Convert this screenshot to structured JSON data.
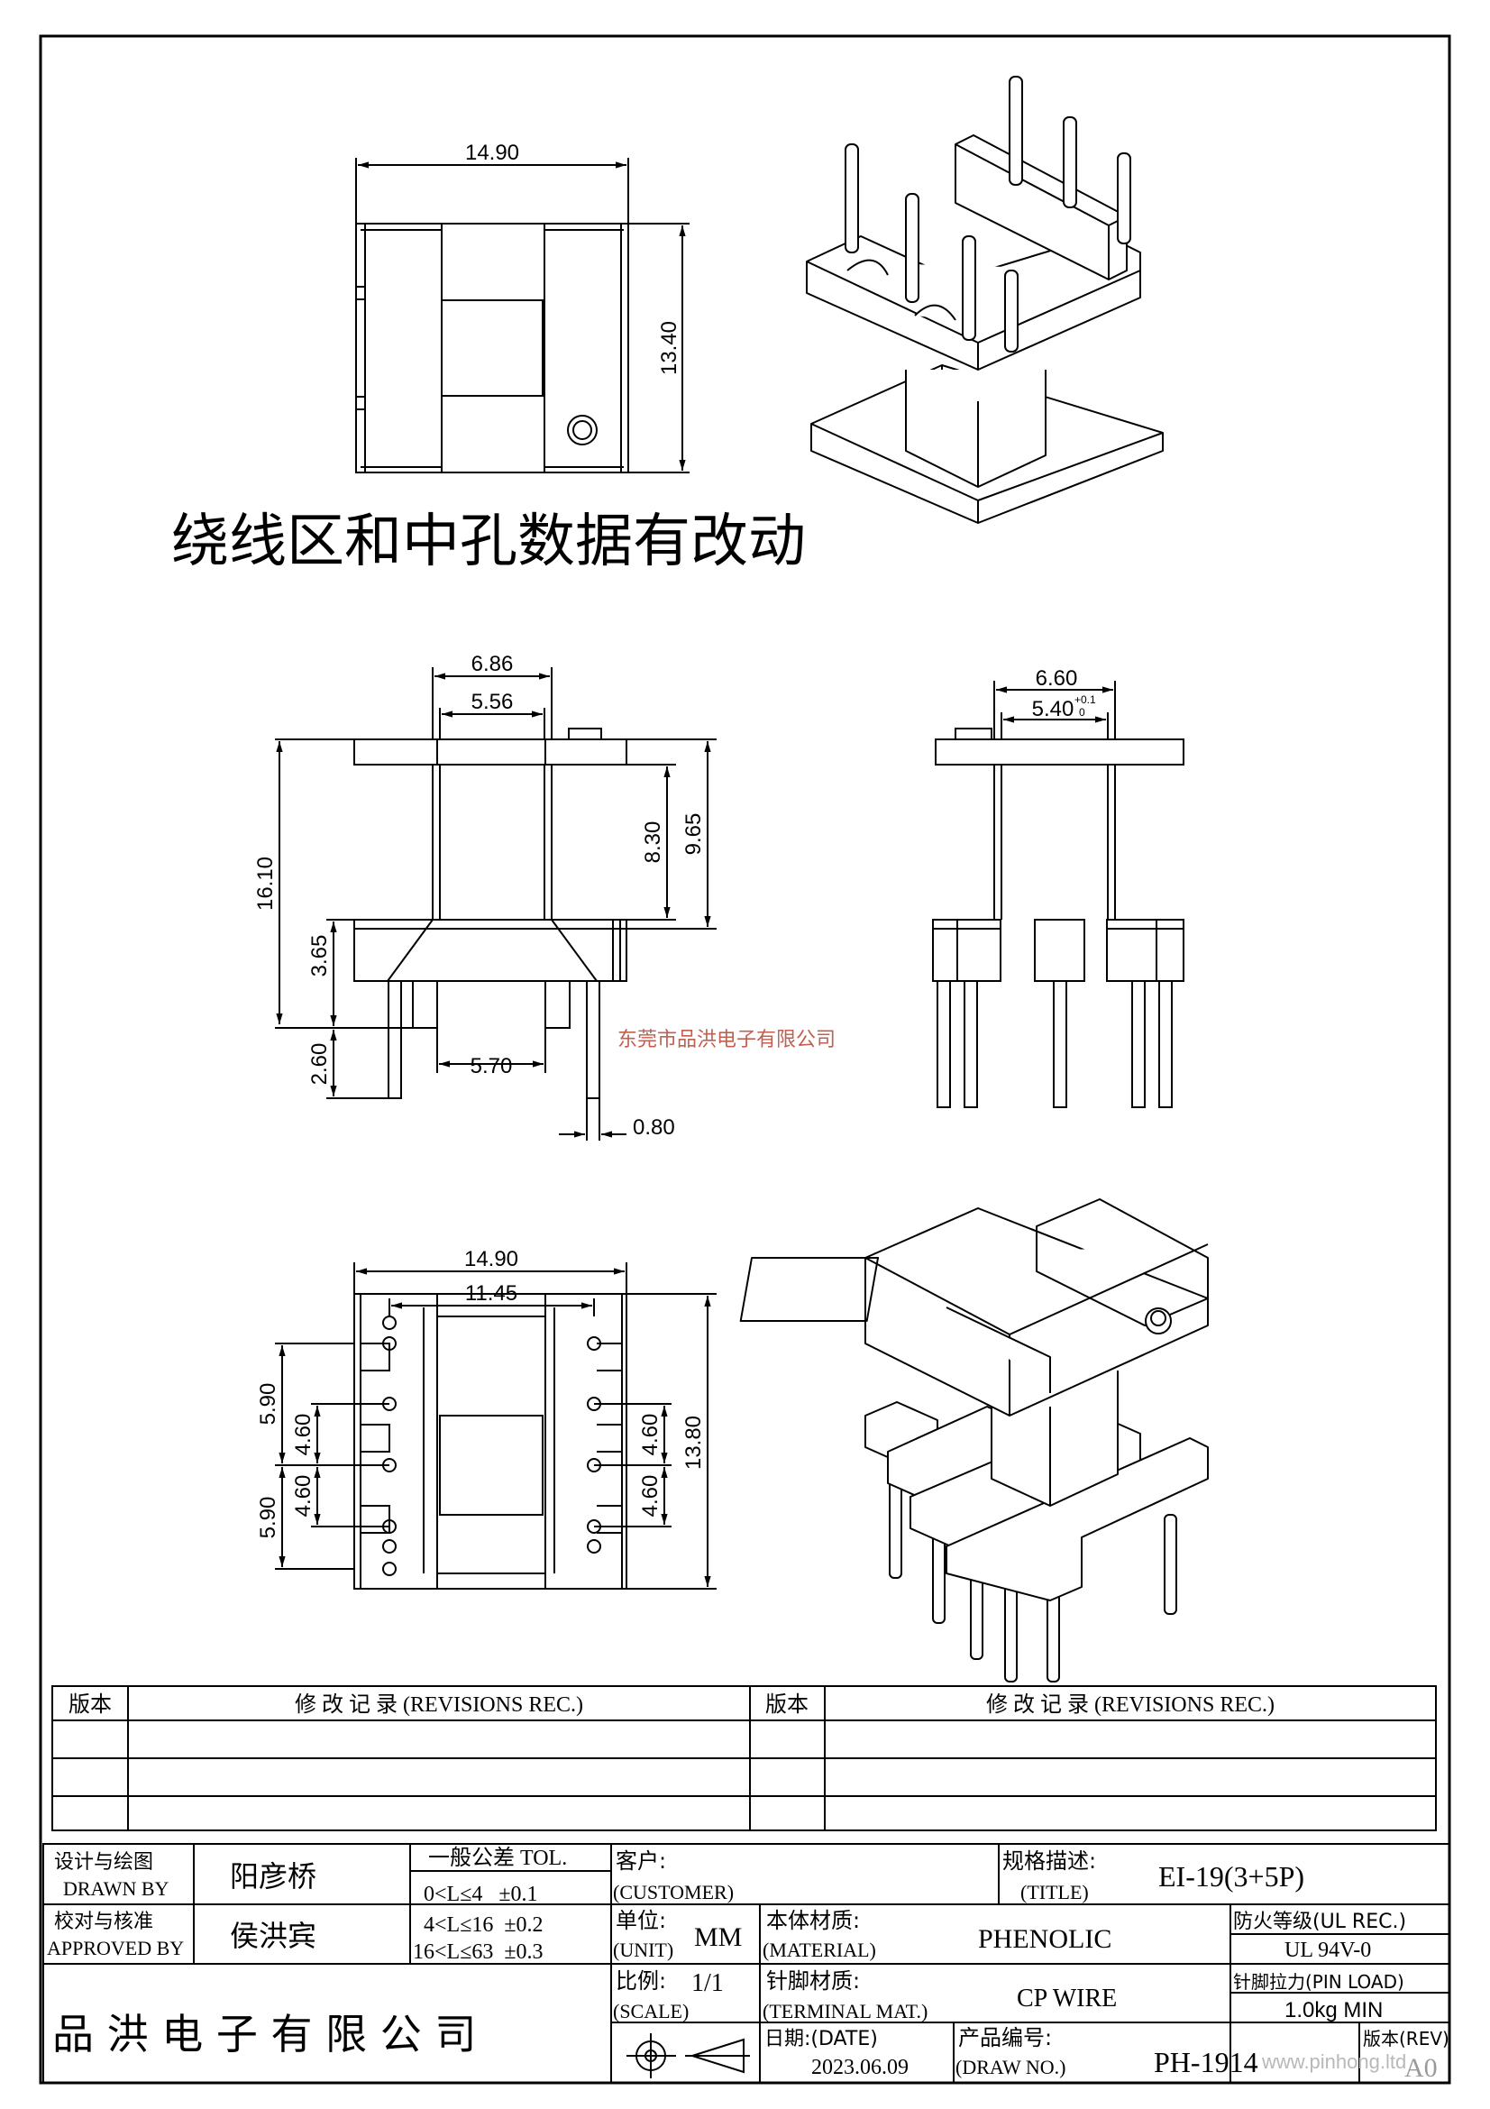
{
  "note": "绕线区和中孔数据有改动",
  "watermark": "东莞市品洪电子有限公司",
  "dims_top": {
    "width": "14.90",
    "height": "13.40"
  },
  "dims_front": {
    "top_outer": "6.86",
    "top_inner": "5.56",
    "total_h": "16.10",
    "winding_h": "8.30",
    "overall_h": "9.65",
    "flange_h": "3.65",
    "pin_len": "2.60",
    "pin_span": "5.70",
    "pin_dia": "0.80"
  },
  "dims_side": {
    "outer": "6.60",
    "inner": "5.40",
    "tol_plus": "+0.1",
    "tol_minus": "0"
  },
  "dims_bottom": {
    "width": "14.90",
    "pin_row": "11.45",
    "height": "13.80",
    "left_a": "5.90",
    "left_b": "4.60",
    "left_c": "4.60",
    "left_d": "5.90",
    "right_a": "4.60",
    "right_b": "4.60"
  },
  "revisions": {
    "col_ver": "版本",
    "col_rec": "修 改 记 录 (REVISIONS REC.)",
    "col_ver2": "版本",
    "col_rec2": "修 改 记 录 (REVISIONS REC.)"
  },
  "title_block": {
    "drawn_cn": "设计与绘图",
    "drawn_en": "DRAWN BY",
    "drawn_name": "阳彦桥",
    "approved_cn": "校对与核准",
    "approved_en": "APPROVED BY",
    "approved_name": "侯洪宾",
    "tol_title": "一般公差 TOL.",
    "tol_1": "0<L≤4   ±0.1",
    "tol_2": "4<L≤16  ±0.2",
    "tol_3": "16<L≤63  ±0.3",
    "customer_cn": "客户:",
    "customer_en": "(CUSTOMER)",
    "unit_cn": "单位:",
    "unit_en": "(UNIT)",
    "unit_val": "MM",
    "scale_cn": "比例:",
    "scale_en": "(SCALE)",
    "scale_val": "1/1",
    "material_cn": "本体材质:",
    "material_en": "(MATERIAL)",
    "material_val": "PHENOLIC",
    "terminal_cn": "针脚材质:",
    "terminal_en": "(TERMINAL MAT.)",
    "terminal_val": "CP WIRE",
    "date_label": "日期:(DATE)",
    "date_val": "2023.06.09",
    "title_cn": "规格描述:",
    "title_en": "(TITLE)",
    "title_val": "EI-19(3+5P)",
    "fire_label": "防火等级(UL REC.)",
    "fire_val": "UL 94V-0",
    "pin_load_label": "针脚拉力(PIN LOAD)",
    "pin_load_val": "1.0kg MIN",
    "draw_no_cn": "产品编号:",
    "draw_no_en": "(DRAW NO.)",
    "draw_no_val": "PH-1914",
    "rev_label": "版本(REV)",
    "rev_val": "A0",
    "company": "品 洪 电 子 有 限 公 司",
    "website": "www.pinhong.ltd"
  },
  "colors": {
    "line": "#000000",
    "watermark": "#c06050"
  }
}
